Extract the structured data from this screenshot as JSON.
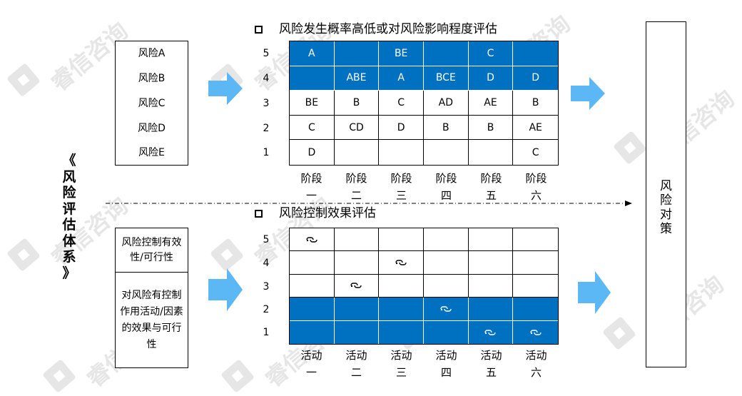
{
  "watermark": "睿信咨询",
  "vertical_title": [
    "《",
    "风",
    "险",
    "评",
    "估",
    "体",
    "系",
    "》"
  ],
  "risk_list": [
    "风险A",
    "风险B",
    "风险C",
    "风险D",
    "风险E"
  ],
  "control_box": {
    "top": "风险控制有效性/可行性",
    "bottom": "对风险有控制作用活动/因素的效果与可行性"
  },
  "top_section": {
    "title": "风险发生概率高低或对风险影响程度评估",
    "y_labels": [
      "5",
      "4",
      "3",
      "2",
      "1"
    ],
    "x_labels": [
      [
        "阶段",
        "一"
      ],
      [
        "阶段",
        "二"
      ],
      [
        "阶段",
        "三"
      ],
      [
        "阶段",
        "四"
      ],
      [
        "阶段",
        "五"
      ],
      [
        "阶段",
        "六"
      ]
    ],
    "rows": [
      [
        "A",
        "",
        "BE",
        "",
        "C",
        ""
      ],
      [
        "",
        "ABE",
        "A",
        "BCE",
        "D",
        "D"
      ],
      [
        "BE",
        "B",
        "C",
        "AD",
        "AE",
        "B"
      ],
      [
        "C",
        "CD",
        "D",
        "B",
        "B",
        "AE"
      ],
      [
        "D",
        "",
        "",
        "",
        "",
        "C"
      ]
    ],
    "highlighted_rows": [
      0,
      1
    ],
    "highlight_color": "#0070c0"
  },
  "bottom_section": {
    "title": "风险控制效果评估",
    "y_labels": [
      "5",
      "4",
      "3",
      "2",
      "1"
    ],
    "x_labels": [
      [
        "活动",
        "一"
      ],
      [
        "活动",
        "二"
      ],
      [
        "活动",
        "三"
      ],
      [
        "活动",
        "四"
      ],
      [
        "活动",
        "五"
      ],
      [
        "活动",
        "六"
      ]
    ],
    "marker_icon": "link-icon",
    "markers": [
      [
        0,
        0
      ],
      [
        1,
        2
      ],
      [
        2,
        1
      ],
      [
        3,
        3
      ],
      [
        4,
        4
      ],
      [
        4,
        5
      ]
    ],
    "highlighted_rows": [
      3,
      4
    ],
    "highlight_color": "#0070c0"
  },
  "strategy": [
    "风",
    "险",
    "对",
    "策"
  ],
  "arrow_color": "#5bb8f5"
}
